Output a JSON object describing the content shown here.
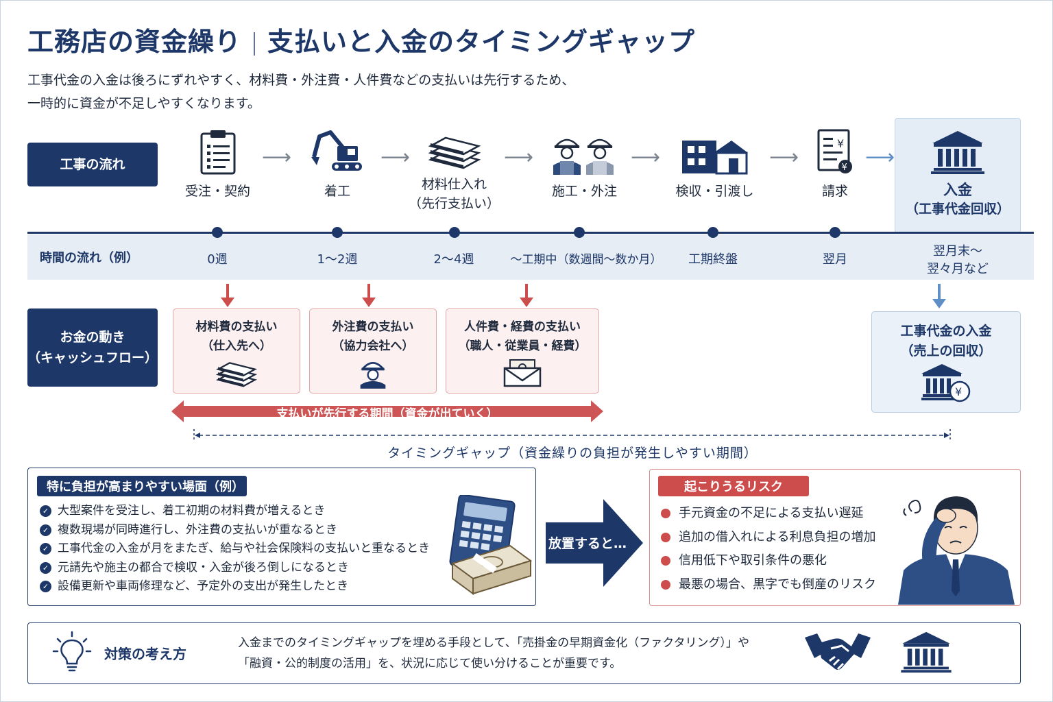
{
  "title": {
    "left": "工務店の資金繰り",
    "right": "支払いと入金のタイミングギャップ"
  },
  "intro": {
    "line1": "工事代金の入金は後ろにずれやすく、材料費・外注費・人件費などの支払いは先行するため、",
    "line2": "一時的に資金が不足しやすくなります。"
  },
  "flow": {
    "label": "工事の流れ",
    "steps": [
      {
        "label": "受注・契約",
        "icon": "clipboard-icon"
      },
      {
        "label": "着工",
        "icon": "excavator-icon"
      },
      {
        "label": "材料仕入れ",
        "sub": "（先行支払い）",
        "icon": "lumber-icon"
      },
      {
        "label": "施工・外注",
        "icon": "workers-icon"
      },
      {
        "label": "検収・引渡し",
        "icon": "house-icon"
      },
      {
        "label": "請求",
        "icon": "invoice-icon"
      },
      {
        "label": "入金",
        "sub": "（工事代金回収）",
        "icon": "bank-icon"
      }
    ]
  },
  "timeline": {
    "label": "時間の流れ（例）",
    "ticks": [
      "0週",
      "1〜2週",
      "2〜4週",
      "〜工期中（数週間〜数か月）",
      "工期終盤",
      "翌月",
      "翌月末〜",
      "翌々月など"
    ]
  },
  "money": {
    "label_line1": "お金の動き",
    "label_line2": "（キャッシュフロー）",
    "payments": [
      {
        "title": "材料費の支払い",
        "sub": "（仕入先へ）",
        "icon": "lumber-icon"
      },
      {
        "title": "外注費の支払い",
        "sub": "（協力会社へ）",
        "icon": "worker-icon"
      },
      {
        "title": "人件費・経費の支払い",
        "sub": "（職人・従業員・経費）",
        "icon": "envelope-cash-icon"
      }
    ],
    "income": {
      "title": "工事代金の入金",
      "sub": "（売上の回収）",
      "icon": "bank-yen-icon"
    },
    "pay_period": "支払いが先行する期間（資金が出ていく）",
    "gap": "タイミングギャップ（資金繰りの負担が発生しやすい期間）"
  },
  "scenes": {
    "title": "特に負担が高まりやすい場面（例）",
    "items": [
      "大型案件を受注し、着工初期の材料費が増えるとき",
      "複数現場が同時進行し、外注費の支払いが重なるとき",
      "工事代金の入金が月をまたぎ、給与や社会保険料の支払いと重なるとき",
      "元請先や施主の都合で検収・入金が後ろ倒しになるとき",
      "設備更新や車両修理など、予定外の支出が発生したとき"
    ]
  },
  "transition": "放置すると…",
  "risks": {
    "title": "起こりうるリスク",
    "items": [
      "手元資金の不足による支払い遅延",
      "追加の借入れによる利息負担の増加",
      "信用低下や取引条件の悪化",
      "最悪の場合、黒字でも倒産のリスク"
    ]
  },
  "measures": {
    "title": "対策の考え方",
    "line1": "入金までのタイミングギャップを埋める手段として、「売掛金の早期資金化（ファクタリング）」や",
    "line2": "「融資・公的制度の活用」を、状況に応じて使い分けることが重要です。"
  },
  "colors": {
    "navy": "#1d3768",
    "red": "#cd4d4d",
    "pink": "#fdf0f0",
    "lightblue": "#eaf1f9"
  }
}
